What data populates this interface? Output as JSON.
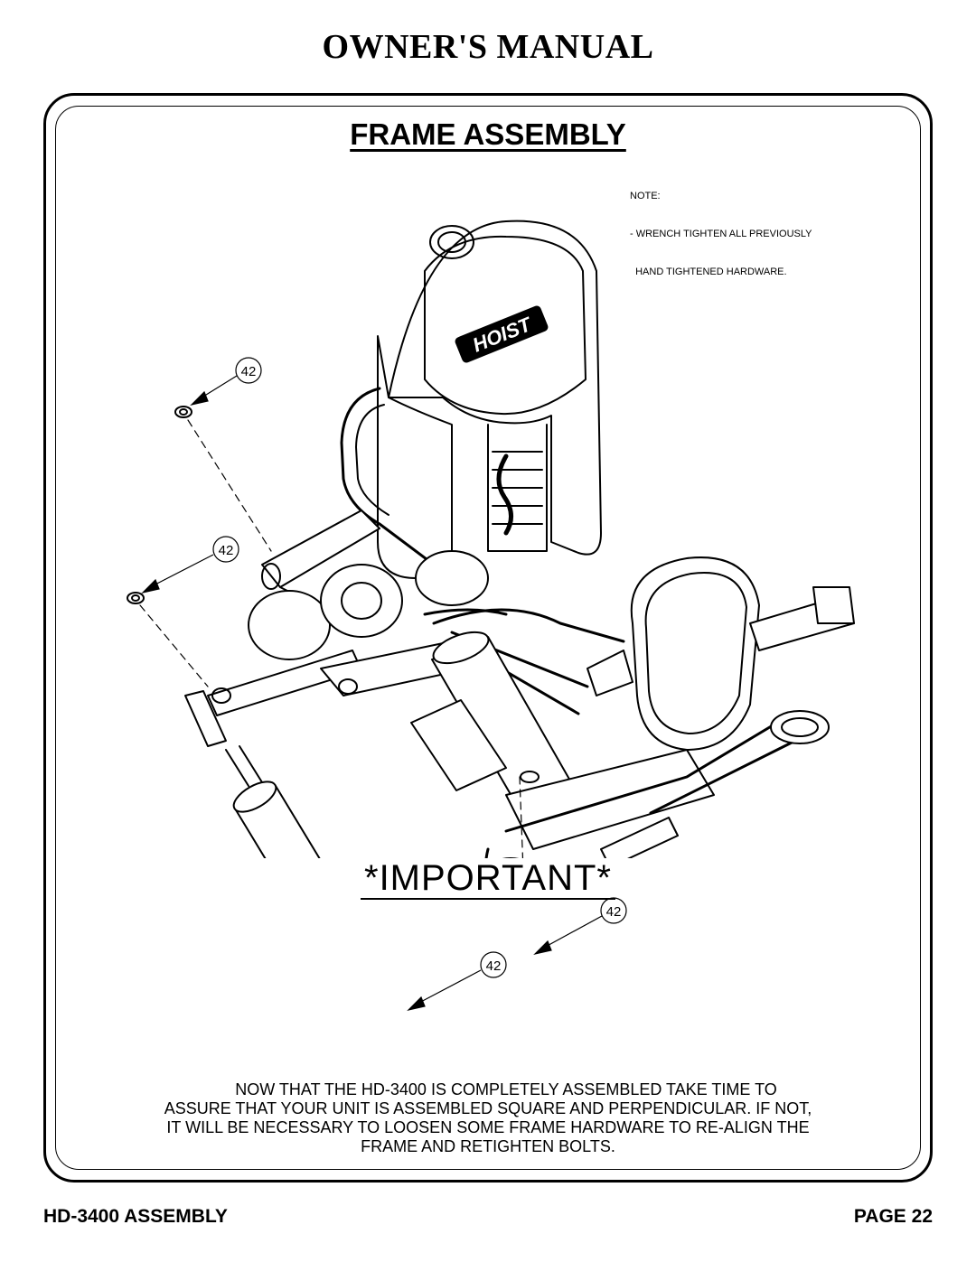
{
  "header": {
    "title": "OWNER'S MANUAL"
  },
  "section": {
    "title": "FRAME ASSEMBLY"
  },
  "note": {
    "lines": [
      "NOTE:",
      "- WRENCH TIGHTEN ALL PREVIOUSLY",
      "  HAND TIGHTENED HARDWARE."
    ]
  },
  "callouts": [
    "42",
    "42",
    "42",
    "42"
  ],
  "brand_logo": "HOIST",
  "important": {
    "heading": "*IMPORTANT*",
    "lines": [
      "NOW THAT THE HD-3400 IS COMPLETELY ASSEMBLED TAKE TIME TO",
      "ASSURE THAT YOUR UNIT IS ASSEMBLED SQUARE AND PERPENDICULAR. IF NOT,",
      "IT WILL BE NECESSARY TO LOOSEN SOME FRAME HARDWARE TO RE-ALIGN THE",
      "FRAME AND RETIGHTEN BOLTS."
    ]
  },
  "footer": {
    "model": "HD-3400 ASSEMBLY",
    "page": "PAGE 22"
  }
}
